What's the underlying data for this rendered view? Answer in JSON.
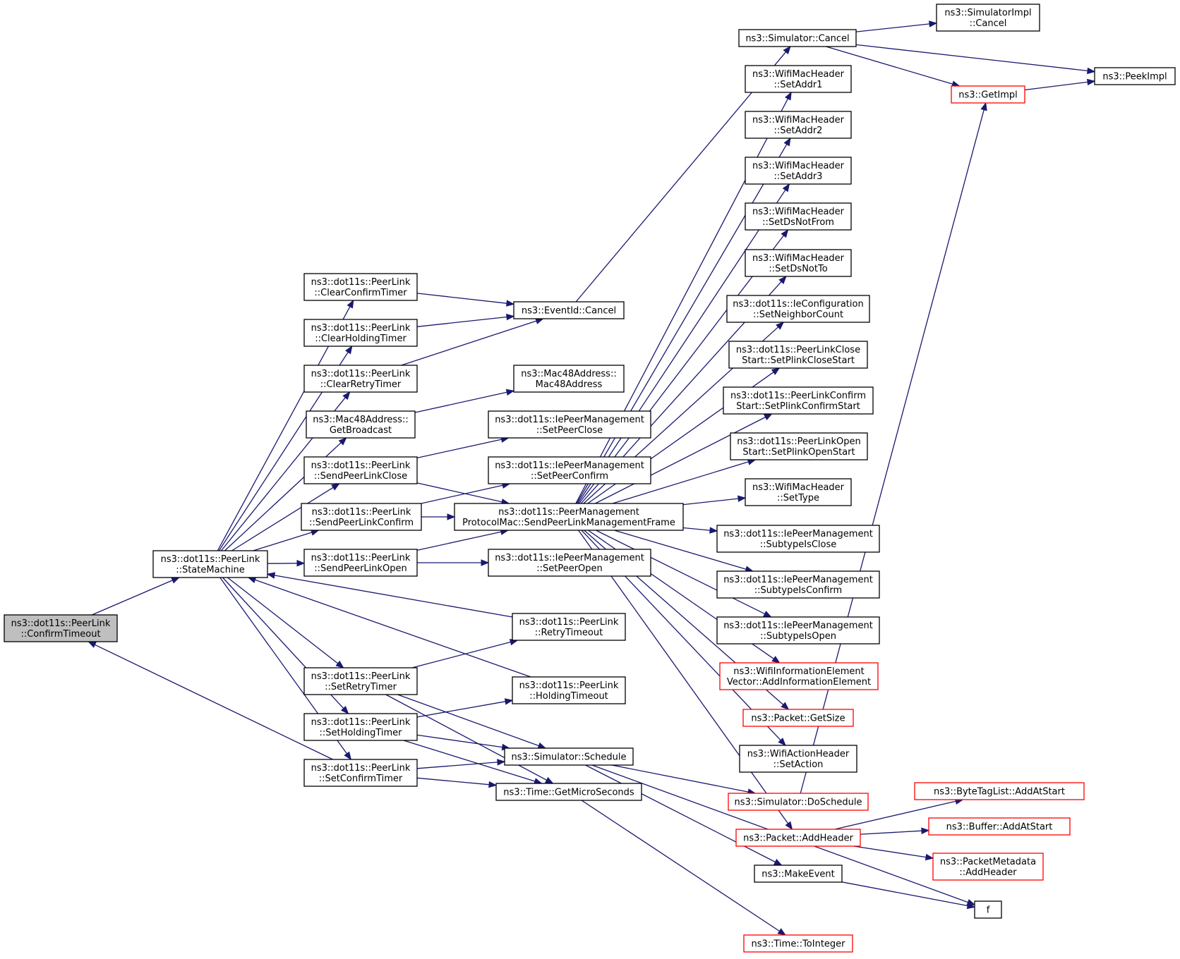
{
  "diagram": {
    "nodes": [
      {
        "id": "confirm_timeout",
        "lines": [
          "ns3::dot11s::PeerLink",
          "::ConfirmTimeout"
        ],
        "style": "root"
      },
      {
        "id": "state_machine",
        "lines": [
          "ns3::dot11s::PeerLink",
          "::StateMachine"
        ],
        "style": "normal"
      },
      {
        "id": "clear_confirm_timer",
        "lines": [
          "ns3::dot11s::PeerLink",
          "::ClearConfirmTimer"
        ],
        "style": "normal"
      },
      {
        "id": "clear_holding_timer",
        "lines": [
          "ns3::dot11s::PeerLink",
          "::ClearHoldingTimer"
        ],
        "style": "normal"
      },
      {
        "id": "clear_retry_timer",
        "lines": [
          "ns3::dot11s::PeerLink",
          "::ClearRetryTimer"
        ],
        "style": "normal"
      },
      {
        "id": "get_broadcast",
        "lines": [
          "ns3::Mac48Address::",
          "GetBroadcast"
        ],
        "style": "normal"
      },
      {
        "id": "send_close",
        "lines": [
          "ns3::dot11s::PeerLink",
          "::SendPeerLinkClose"
        ],
        "style": "normal"
      },
      {
        "id": "send_confirm",
        "lines": [
          "ns3::dot11s::PeerLink",
          "::SendPeerLinkConfirm"
        ],
        "style": "normal"
      },
      {
        "id": "send_open",
        "lines": [
          "ns3::dot11s::PeerLink",
          "::SendPeerLinkOpen"
        ],
        "style": "normal"
      },
      {
        "id": "set_retry_timer",
        "lines": [
          "ns3::dot11s::PeerLink",
          "::SetRetryTimer"
        ],
        "style": "normal"
      },
      {
        "id": "set_holding_timer",
        "lines": [
          "ns3::dot11s::PeerLink",
          "::SetHoldingTimer"
        ],
        "style": "normal"
      },
      {
        "id": "set_confirm_timer",
        "lines": [
          "ns3::dot11s::PeerLink",
          "::SetConfirmTimer"
        ],
        "style": "normal"
      },
      {
        "id": "eventid_cancel",
        "lines": [
          "ns3::EventId::Cancel"
        ],
        "style": "normal"
      },
      {
        "id": "mac48_ctor",
        "lines": [
          "ns3::Mac48Address::",
          "Mac48Address"
        ],
        "style": "normal"
      },
      {
        "id": "ie_set_peer_close",
        "lines": [
          "ns3::dot11s::IePeerManagement",
          "::SetPeerClose"
        ],
        "style": "normal"
      },
      {
        "id": "ie_set_peer_confirm",
        "lines": [
          "ns3::dot11s::IePeerManagement",
          "::SetPeerConfirm"
        ],
        "style": "normal"
      },
      {
        "id": "send_mgmt_frame",
        "lines": [
          "ns3::dot11s::PeerManagement",
          "ProtocolMac::SendPeerLinkManagementFrame"
        ],
        "style": "normal"
      },
      {
        "id": "ie_set_peer_open",
        "lines": [
          "ns3::dot11s::IePeerManagement",
          "::SetPeerOpen"
        ],
        "style": "normal"
      },
      {
        "id": "retry_timeout",
        "lines": [
          "ns3::dot11s::PeerLink",
          "::RetryTimeout"
        ],
        "style": "normal"
      },
      {
        "id": "holding_timeout",
        "lines": [
          "ns3::dot11s::PeerLink",
          "::HoldingTimeout"
        ],
        "style": "normal"
      },
      {
        "id": "sim_schedule",
        "lines": [
          "ns3::Simulator::Schedule"
        ],
        "style": "normal"
      },
      {
        "id": "time_micro",
        "lines": [
          "ns3::Time::GetMicroSeconds"
        ],
        "style": "normal"
      },
      {
        "id": "sim_cancel",
        "lines": [
          "ns3::Simulator::Cancel"
        ],
        "style": "normal"
      },
      {
        "id": "set_addr1",
        "lines": [
          "ns3::WifiMacHeader",
          "::SetAddr1"
        ],
        "style": "normal"
      },
      {
        "id": "set_addr2",
        "lines": [
          "ns3::WifiMacHeader",
          "::SetAddr2"
        ],
        "style": "normal"
      },
      {
        "id": "set_addr3",
        "lines": [
          "ns3::WifiMacHeader",
          "::SetAddr3"
        ],
        "style": "normal"
      },
      {
        "id": "set_ds_not_from",
        "lines": [
          "ns3::WifiMacHeader",
          "::SetDsNotFrom"
        ],
        "style": "normal"
      },
      {
        "id": "set_ds_not_to",
        "lines": [
          "ns3::WifiMacHeader",
          "::SetDsNotTo"
        ],
        "style": "normal"
      },
      {
        "id": "set_neighbor_count",
        "lines": [
          "ns3::dot11s::IeConfiguration",
          "::SetNeighborCount"
        ],
        "style": "normal"
      },
      {
        "id": "plink_close_start",
        "lines": [
          "ns3::dot11s::PeerLinkClose",
          "Start::SetPlinkCloseStart"
        ],
        "style": "normal"
      },
      {
        "id": "plink_confirm_start",
        "lines": [
          "ns3::dot11s::PeerLinkConfirm",
          "Start::SetPlinkConfirmStart"
        ],
        "style": "normal"
      },
      {
        "id": "plink_open_start",
        "lines": [
          "ns3::dot11s::PeerLinkOpen",
          "Start::SetPlinkOpenStart"
        ],
        "style": "normal"
      },
      {
        "id": "set_type",
        "lines": [
          "ns3::WifiMacHeader",
          "::SetType"
        ],
        "style": "normal"
      },
      {
        "id": "subtype_close",
        "lines": [
          "ns3::dot11s::IePeerManagement",
          "::SubtypeIsClose"
        ],
        "style": "normal"
      },
      {
        "id": "subtype_confirm",
        "lines": [
          "ns3::dot11s::IePeerManagement",
          "::SubtypeIsConfirm"
        ],
        "style": "normal"
      },
      {
        "id": "subtype_open",
        "lines": [
          "ns3::dot11s::IePeerManagement",
          "::SubtypeIsOpen"
        ],
        "style": "normal"
      },
      {
        "id": "add_info_element",
        "lines": [
          "ns3::WifiInformationElement",
          "Vector::AddInformationElement"
        ],
        "style": "red"
      },
      {
        "id": "packet_get_size",
        "lines": [
          "ns3::Packet::GetSize"
        ],
        "style": "red"
      },
      {
        "id": "action_set_action",
        "lines": [
          "ns3::WifiActionHeader",
          "::SetAction"
        ],
        "style": "normal"
      },
      {
        "id": "sim_do_schedule",
        "lines": [
          "ns3::Simulator::DoSchedule"
        ],
        "style": "red"
      },
      {
        "id": "packet_add_header",
        "lines": [
          "ns3::Packet::AddHeader"
        ],
        "style": "red"
      },
      {
        "id": "make_event",
        "lines": [
          "ns3::MakeEvent"
        ],
        "style": "normal"
      },
      {
        "id": "time_to_integer",
        "lines": [
          "ns3::Time::ToInteger"
        ],
        "style": "red"
      },
      {
        "id": "simimpl_cancel",
        "lines": [
          "ns3::SimulatorImpl",
          "::Cancel"
        ],
        "style": "normal"
      },
      {
        "id": "get_impl",
        "lines": [
          "ns3::GetImpl"
        ],
        "style": "red"
      },
      {
        "id": "peek_impl",
        "lines": [
          "ns3::PeekImpl"
        ],
        "style": "normal"
      },
      {
        "id": "bytetag_add",
        "lines": [
          "ns3::ByteTagList::AddAtStart"
        ],
        "style": "red"
      },
      {
        "id": "buffer_add",
        "lines": [
          "ns3::Buffer::AddAtStart"
        ],
        "style": "red"
      },
      {
        "id": "pktmeta_add_header",
        "lines": [
          "ns3::PacketMetadata",
          "::AddHeader"
        ],
        "style": "red"
      },
      {
        "id": "f",
        "lines": [
          "f"
        ],
        "style": "normal"
      }
    ],
    "edges": [
      [
        "confirm_timeout",
        "state_machine"
      ],
      [
        "state_machine",
        "clear_confirm_timer"
      ],
      [
        "state_machine",
        "clear_holding_timer"
      ],
      [
        "state_machine",
        "clear_retry_timer"
      ],
      [
        "state_machine",
        "get_broadcast"
      ],
      [
        "state_machine",
        "send_close"
      ],
      [
        "state_machine",
        "send_confirm"
      ],
      [
        "state_machine",
        "send_open"
      ],
      [
        "state_machine",
        "set_retry_timer"
      ],
      [
        "state_machine",
        "set_holding_timer"
      ],
      [
        "state_machine",
        "set_confirm_timer"
      ],
      [
        "set_confirm_timer",
        "confirm_timeout"
      ],
      [
        "retry_timeout",
        "state_machine"
      ],
      [
        "holding_timeout",
        "state_machine"
      ],
      [
        "clear_confirm_timer",
        "eventid_cancel"
      ],
      [
        "clear_holding_timer",
        "eventid_cancel"
      ],
      [
        "clear_retry_timer",
        "eventid_cancel"
      ],
      [
        "get_broadcast",
        "mac48_ctor"
      ],
      [
        "send_close",
        "ie_set_peer_close"
      ],
      [
        "send_close",
        "send_mgmt_frame"
      ],
      [
        "send_confirm",
        "ie_set_peer_confirm"
      ],
      [
        "send_confirm",
        "send_mgmt_frame"
      ],
      [
        "send_open",
        "send_mgmt_frame"
      ],
      [
        "send_open",
        "ie_set_peer_open"
      ],
      [
        "set_retry_timer",
        "retry_timeout"
      ],
      [
        "set_retry_timer",
        "sim_schedule"
      ],
      [
        "set_retry_timer",
        "time_micro"
      ],
      [
        "set_holding_timer",
        "holding_timeout"
      ],
      [
        "set_holding_timer",
        "sim_schedule"
      ],
      [
        "set_holding_timer",
        "time_micro"
      ],
      [
        "set_confirm_timer",
        "sim_schedule"
      ],
      [
        "set_confirm_timer",
        "time_micro"
      ],
      [
        "eventid_cancel",
        "sim_cancel"
      ],
      [
        "sim_cancel",
        "simimpl_cancel"
      ],
      [
        "sim_cancel",
        "get_impl"
      ],
      [
        "sim_cancel",
        "peek_impl"
      ],
      [
        "get_impl",
        "peek_impl"
      ],
      [
        "send_mgmt_frame",
        "set_addr1"
      ],
      [
        "send_mgmt_frame",
        "set_addr2"
      ],
      [
        "send_mgmt_frame",
        "set_addr3"
      ],
      [
        "send_mgmt_frame",
        "set_ds_not_from"
      ],
      [
        "send_mgmt_frame",
        "set_ds_not_to"
      ],
      [
        "send_mgmt_frame",
        "set_neighbor_count"
      ],
      [
        "send_mgmt_frame",
        "plink_close_start"
      ],
      [
        "send_mgmt_frame",
        "plink_confirm_start"
      ],
      [
        "send_mgmt_frame",
        "plink_open_start"
      ],
      [
        "send_mgmt_frame",
        "set_type"
      ],
      [
        "send_mgmt_frame",
        "subtype_close"
      ],
      [
        "send_mgmt_frame",
        "subtype_confirm"
      ],
      [
        "send_mgmt_frame",
        "subtype_open"
      ],
      [
        "send_mgmt_frame",
        "add_info_element"
      ],
      [
        "send_mgmt_frame",
        "packet_get_size"
      ],
      [
        "send_mgmt_frame",
        "action_set_action"
      ],
      [
        "send_mgmt_frame",
        "packet_add_header"
      ],
      [
        "sim_schedule",
        "sim_do_schedule"
      ],
      [
        "sim_schedule",
        "make_event"
      ],
      [
        "sim_schedule",
        "f"
      ],
      [
        "time_micro",
        "time_to_integer"
      ],
      [
        "sim_do_schedule",
        "get_impl"
      ],
      [
        "make_event",
        "f"
      ],
      [
        "packet_add_header",
        "bytetag_add"
      ],
      [
        "packet_add_header",
        "buffer_add"
      ],
      [
        "packet_add_header",
        "pktmeta_add_header"
      ]
    ]
  }
}
